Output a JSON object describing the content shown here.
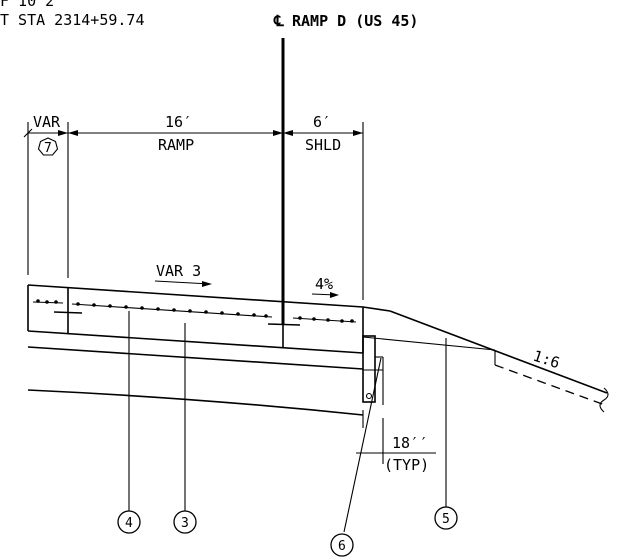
{
  "header": {
    "line1": "F 10 2",
    "station": "T STA 2314+59.74",
    "centerline_symbol": "℄",
    "centerline_label": "RAMP D (US 45)"
  },
  "dimensions": {
    "var_label": "VAR",
    "var_note_number": "7",
    "ramp_width": "16′",
    "ramp_label": "RAMP",
    "shoulder_width": "6′",
    "shoulder_label": "SHLD"
  },
  "slopes": {
    "ramp_cross_slope": "VAR 3",
    "shoulder_cross_slope": "4%",
    "side_slope": "1:6"
  },
  "callouts": {
    "curb_offset": "18′′",
    "curb_offset_note": "(TYP)",
    "notes": [
      "4",
      "3",
      "6",
      "5"
    ]
  },
  "colors": {
    "ink": "#000000",
    "paper": "#ffffff"
  }
}
